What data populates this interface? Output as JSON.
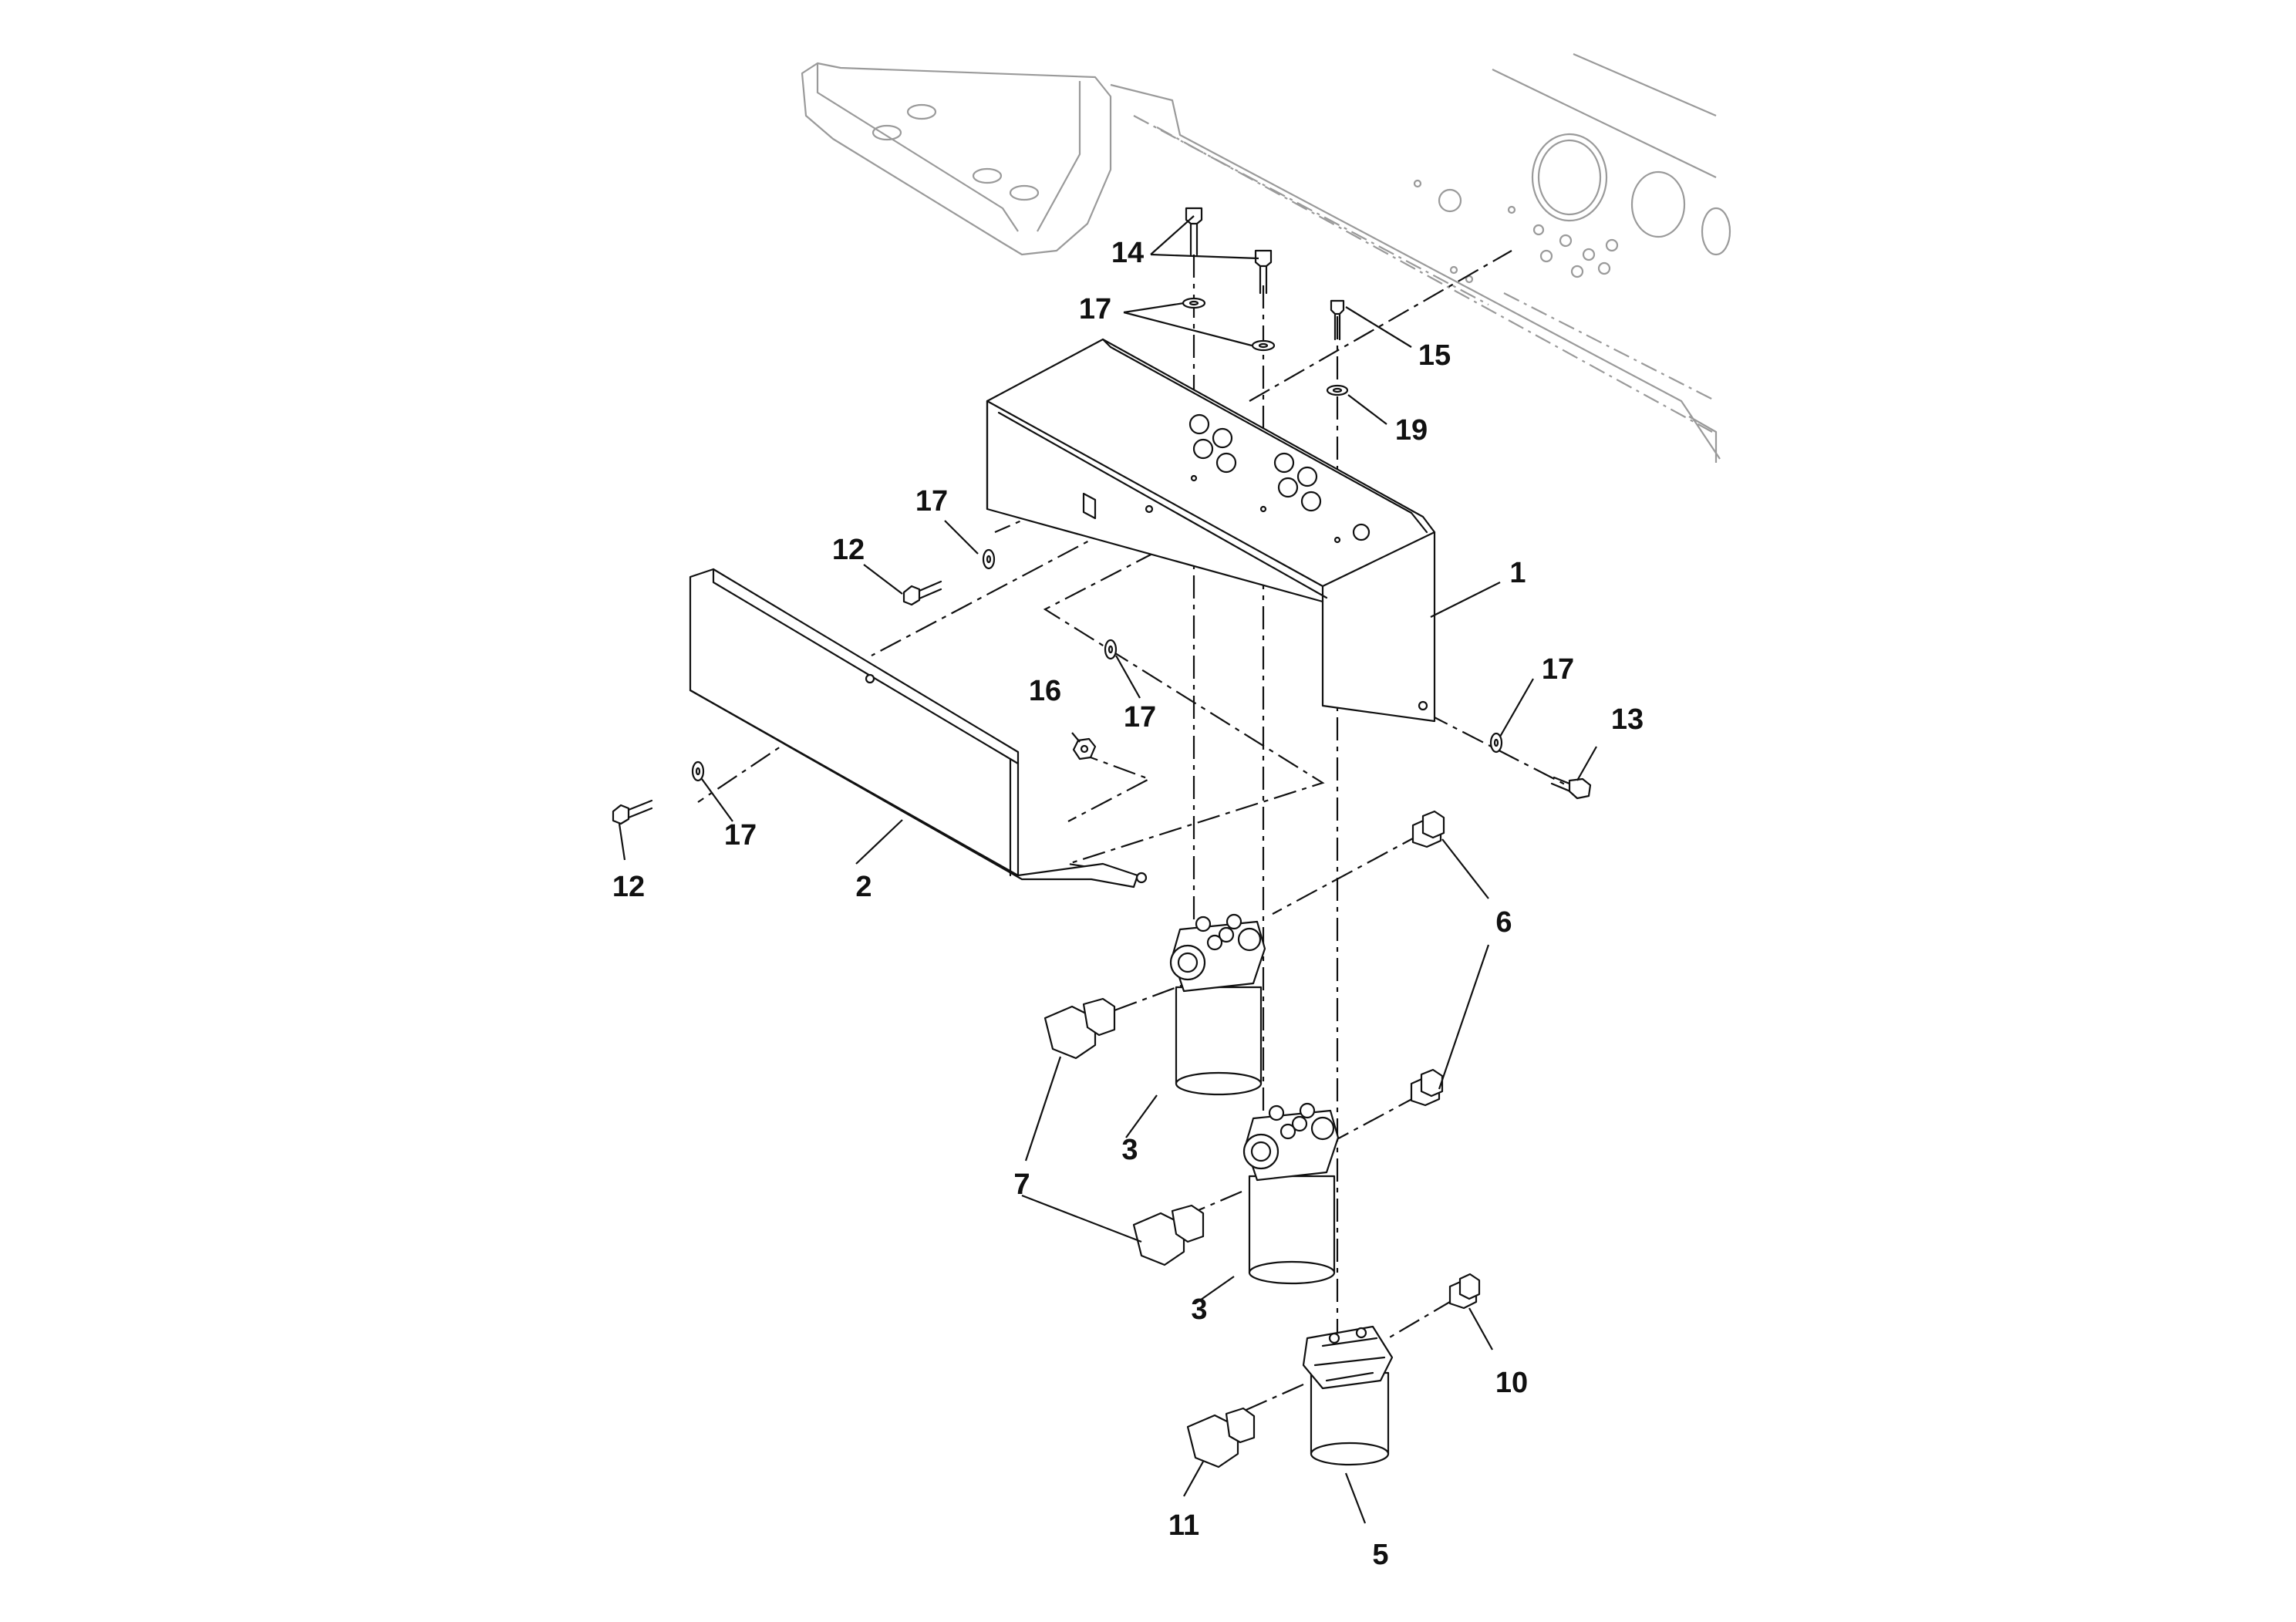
{
  "diagram": {
    "type": "exploded parts diagram",
    "parts": [
      {
        "name": "cover",
        "callouts": [
          "1"
        ]
      },
      {
        "name": "guard",
        "callouts": [
          "2"
        ]
      },
      {
        "name": "filter",
        "callouts": [
          "3",
          "3"
        ]
      },
      {
        "name": "filter",
        "callouts": [
          "5"
        ]
      },
      {
        "name": "fitting",
        "callouts": [
          "6"
        ]
      },
      {
        "name": "elbow fitting",
        "callouts": [
          "7",
          "7"
        ]
      },
      {
        "name": "fitting",
        "callouts": [
          "10"
        ]
      },
      {
        "name": "elbow fitting",
        "callouts": [
          "11"
        ]
      },
      {
        "name": "bolt",
        "callouts": [
          "12",
          "12"
        ]
      },
      {
        "name": "bolt",
        "callouts": [
          "13"
        ]
      },
      {
        "name": "bolt",
        "callouts": [
          "14"
        ]
      },
      {
        "name": "bolt",
        "callouts": [
          "15"
        ]
      },
      {
        "name": "nut",
        "callouts": [
          "16"
        ]
      },
      {
        "name": "washer",
        "callouts": [
          "17",
          "17",
          "17",
          "17",
          "17",
          "17"
        ]
      },
      {
        "name": "washer",
        "callouts": [
          "19"
        ]
      }
    ]
  },
  "labels": {
    "l14": "14",
    "l17a": "17",
    "l15": "15",
    "l19": "19",
    "l17b": "17",
    "l12a": "12",
    "l1": "1",
    "l16": "16",
    "l17c": "17",
    "l17d": "17",
    "l13": "13",
    "l17e": "17",
    "l12b": "12",
    "l2": "2",
    "l6": "6",
    "l7a": "7",
    "l3a": "3",
    "l7b": "7",
    "l3b": "3",
    "l10": "10",
    "l11": "11",
    "l5": "5"
  }
}
